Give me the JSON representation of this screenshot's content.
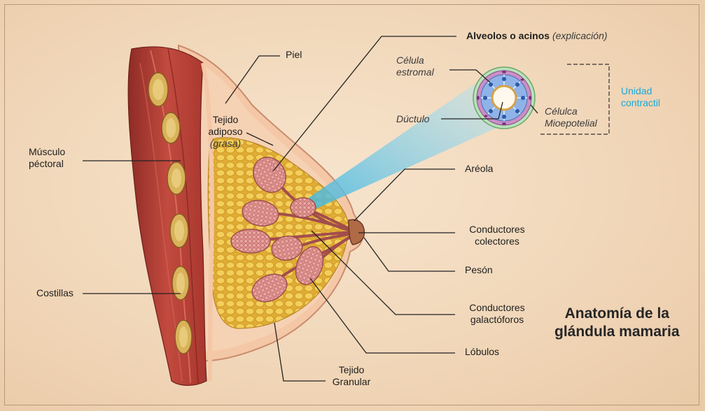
{
  "title": {
    "line1": "Anatomía de la",
    "line2": "glándula mamaria"
  },
  "labels": {
    "piel": "Piel",
    "tejido_adiposo_1": "Tejido",
    "tejido_adiposo_2": "adiposo",
    "grasa": "(grasa)",
    "musculo_1": "Músculo",
    "musculo_2": "péctoral",
    "costillas": "Costillas",
    "alveolos_bold": "Alveolos o acinos",
    "alveolos_italic": "(explicación)",
    "celula_estromal_1": "Célula",
    "celula_estromal_2": "estromal",
    "ductulo": "Dúctulo",
    "celula_mio_1": "Célulca",
    "celula_mio_2": "Mioepotelial",
    "unidad_1": "Unidad",
    "unidad_2": "contractil",
    "areola": "Aréola",
    "conductores_colectores_1": "Conductores",
    "conductores_colectores_2": "colectores",
    "peson": "Pesón",
    "conductores_galacto_1": "Conductores",
    "conductores_galacto_2": "galactóforos",
    "lobulos": "Lóbulos",
    "tejido_granular_1": "Tejido",
    "tejido_granular_2": "Granular"
  },
  "colors": {
    "background": "#f1d7b9",
    "muscle": "#b8443a",
    "fat": "#e8b73c",
    "lobule": "#d98a88",
    "accent_blue": "#19a9d8"
  }
}
